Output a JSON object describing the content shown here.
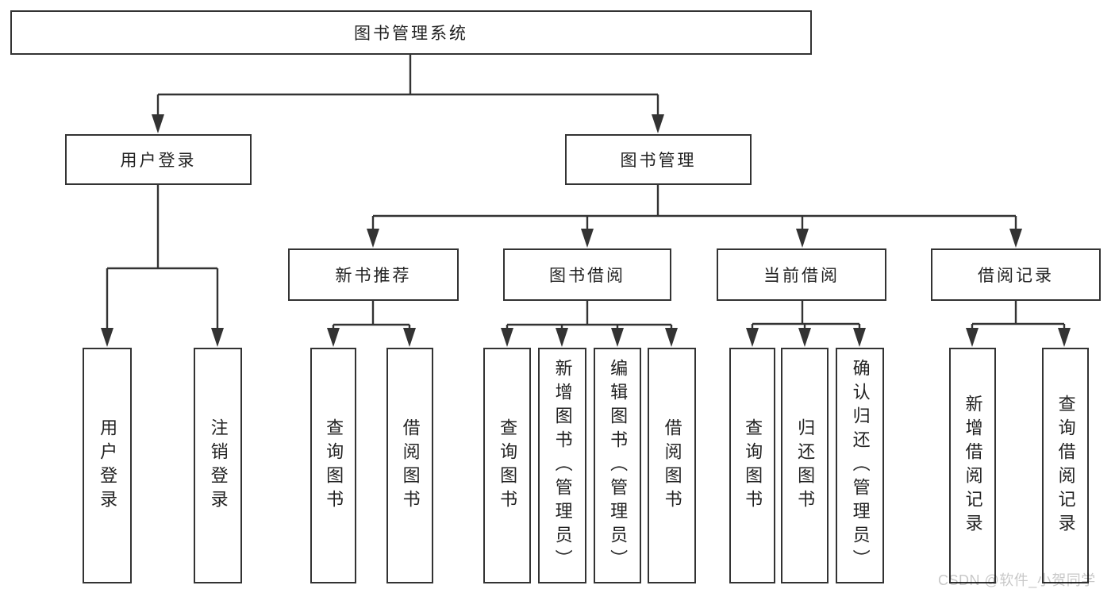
{
  "diagram": {
    "root": {
      "label": "图书管理系统"
    },
    "level2": [
      {
        "label": "用户登录"
      },
      {
        "label": "图书管理"
      }
    ],
    "level3": [
      {
        "label": "新书推荐"
      },
      {
        "label": "图书借阅"
      },
      {
        "label": "当前借阅"
      },
      {
        "label": "借阅记录"
      }
    ],
    "leaves": [
      {
        "label": "用户登录"
      },
      {
        "label": "注销登录"
      },
      {
        "label": "查询图书"
      },
      {
        "label": "借阅图书"
      },
      {
        "label": "查询图书"
      },
      {
        "label": "新增图书（管理员）"
      },
      {
        "label": "编辑图书（管理员）"
      },
      {
        "label": "借阅图书"
      },
      {
        "label": "查询图书"
      },
      {
        "label": "归还图书"
      },
      {
        "label": "确认归还（管理员）"
      },
      {
        "label": "新增借阅记录"
      },
      {
        "label": "查询借阅记录"
      }
    ]
  },
  "watermark": {
    "text": "CSDN @软件_小贺同学"
  },
  "colors": {
    "line": "#333333",
    "box_border": "#333333",
    "text": "#222222",
    "background": "#ffffff",
    "watermark_gray": "#c8c8c8"
  }
}
